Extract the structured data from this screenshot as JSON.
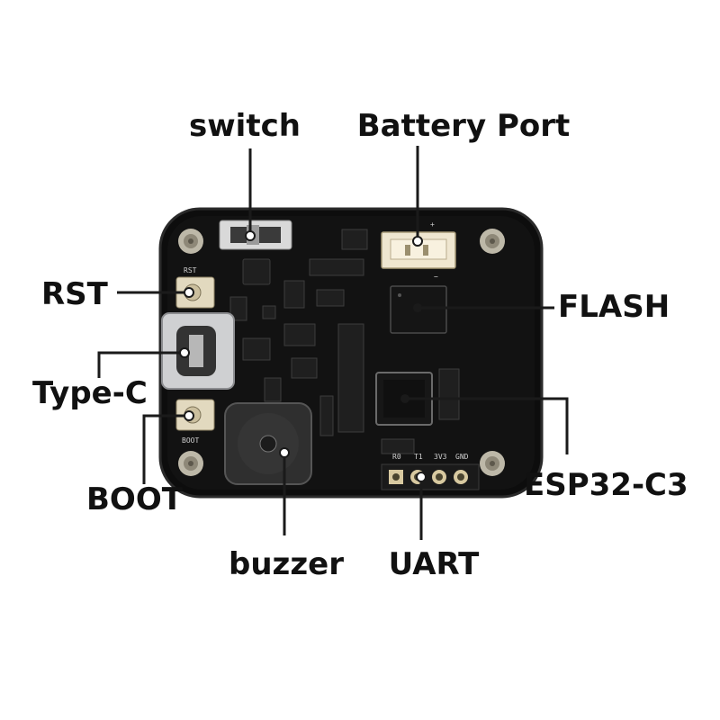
{
  "labels": {
    "switch": "switch",
    "battery_port": "Battery Port",
    "rst": "RST",
    "flash": "FLASH",
    "type_c": "Type-C",
    "boot": "BOOT",
    "esp32": "ESP32-C3",
    "buzzer": "buzzer",
    "uart": "UART"
  },
  "silkscreen": {
    "rst": "RST",
    "boot": "BOOT",
    "uart_pins": [
      "GND",
      "3V3",
      "T1",
      "R0"
    ],
    "battery_plus": "+",
    "battery_minus": "−"
  },
  "colors": {
    "board": "#0d0d0d",
    "board_edge": "#2a2a2a",
    "label": "#111111",
    "leader_line": "#1a1a1a",
    "pad_gold": "#d8c9a0",
    "screw": "#bdb8a8"
  }
}
